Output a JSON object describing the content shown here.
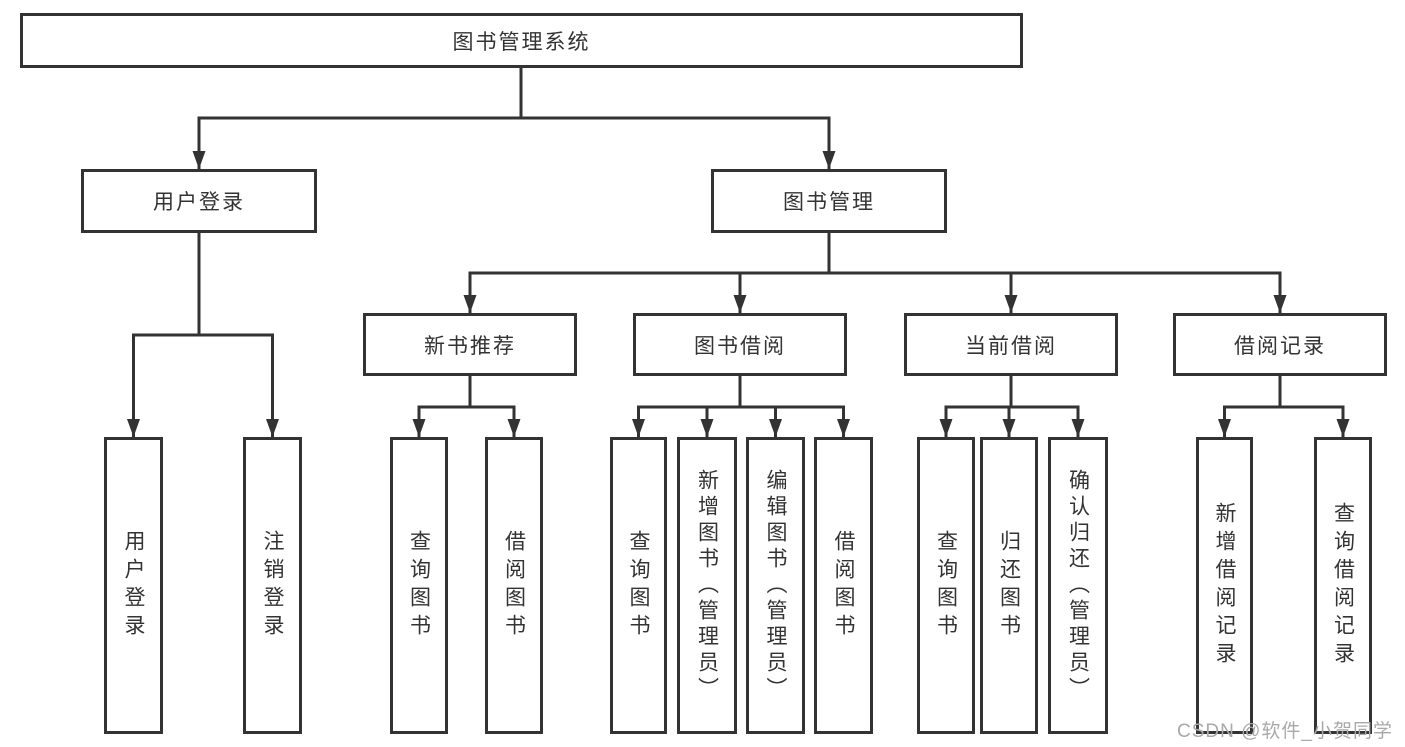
{
  "nodes": {
    "root": {
      "label": "图书管理系统"
    },
    "user_login": {
      "label": "用户登录"
    },
    "book_mgmt": {
      "label": "图书管理"
    },
    "new_book_rec": {
      "label": "新书推荐"
    },
    "book_borrow": {
      "label": "图书借阅"
    },
    "current_borrow": {
      "label": "当前借阅"
    },
    "borrow_record": {
      "label": "借阅记录"
    },
    "leaf_user_login": {
      "label": "用户登录"
    },
    "leaf_logout": {
      "label": "注销登录"
    },
    "leaf_nb_query": {
      "label": "查询图书"
    },
    "leaf_nb_borrow": {
      "label": "借阅图书"
    },
    "leaf_bb_query": {
      "label": "查询图书"
    },
    "leaf_bb_add": {
      "label": "新增图书（管理员）"
    },
    "leaf_bb_edit": {
      "label": "编辑图书（管理员）"
    },
    "leaf_bb_borrow": {
      "label": "借阅图书"
    },
    "leaf_cb_query": {
      "label": "查询图书"
    },
    "leaf_cb_return": {
      "label": "归还图书"
    },
    "leaf_cb_confirm": {
      "label": "确认归还（管理员）"
    },
    "leaf_br_add": {
      "label": "新增借阅记录"
    },
    "leaf_br_query": {
      "label": "查询借阅记录"
    }
  },
  "hierarchy": {
    "图书管理系统": {
      "用户登录": [
        "用户登录",
        "注销登录"
      ],
      "图书管理": {
        "新书推荐": [
          "查询图书",
          "借阅图书"
        ],
        "图书借阅": [
          "查询图书",
          "新增图书（管理员）",
          "编辑图书（管理员）",
          "借阅图书"
        ],
        "当前借阅": [
          "查询图书",
          "归还图书",
          "确认归还（管理员）"
        ],
        "借阅记录": [
          "新增借阅记录",
          "查询借阅记录"
        ]
      }
    }
  },
  "watermark": {
    "text": "CSDN @软件_小贺同学"
  },
  "colors": {
    "line": "#333333",
    "box_border": "#333333",
    "text": "#333333",
    "watermark": "#a9a9a9",
    "background": "#ffffff"
  }
}
